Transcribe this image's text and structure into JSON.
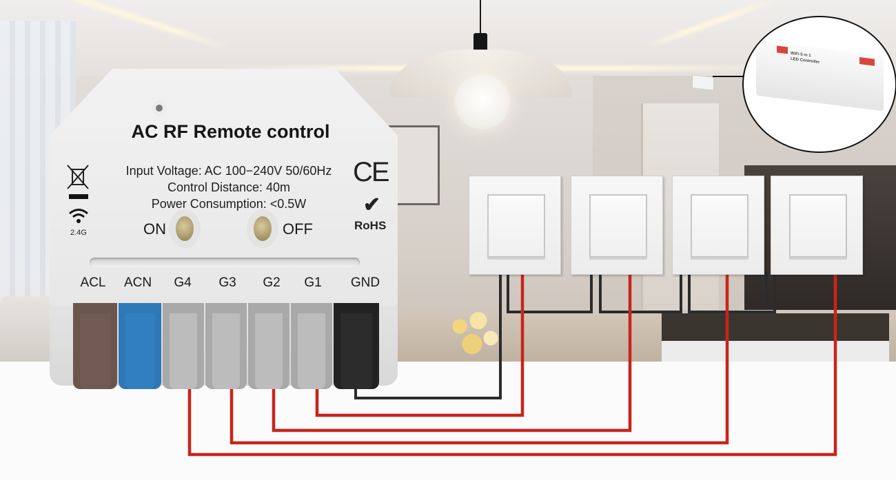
{
  "module": {
    "title": "AC RF Remote control",
    "specs": [
      "Input Voltage: AC 100−240V 50/60Hz",
      "Control Distance: 40m",
      "Power Consumption: <0.5W"
    ],
    "buttons": {
      "on_label": "ON",
      "off_label": "OFF"
    },
    "wireless_label": "2.4G",
    "cert_ce": "CE",
    "cert_rohs": "RoHS",
    "terminals": [
      {
        "label": "ACL",
        "color": "#6b564d"
      },
      {
        "label": "ACN",
        "color": "#2f78b7"
      },
      {
        "label": "G4",
        "color": "#a9a9a9"
      },
      {
        "label": "G3",
        "color": "#a9a9a9"
      },
      {
        "label": "G2",
        "color": "#a9a9a9"
      },
      {
        "label": "G1",
        "color": "#a9a9a9"
      },
      {
        "label": "GND",
        "color": "#222222"
      }
    ]
  },
  "inset": {
    "device_title_line1": "WiFi 5 in 1",
    "device_title_line2": "LED Controller"
  },
  "wiring": {
    "signal_color": "#c9241a",
    "ground_color": "#2b2b2b",
    "switch_count": 4,
    "connections": [
      {
        "from": "G1",
        "to": "switch-1"
      },
      {
        "from": "G2",
        "to": "switch-2"
      },
      {
        "from": "G3",
        "to": "switch-3"
      },
      {
        "from": "G4",
        "to": "switch-4"
      },
      {
        "from": "GND",
        "to": "all-switches"
      }
    ]
  }
}
